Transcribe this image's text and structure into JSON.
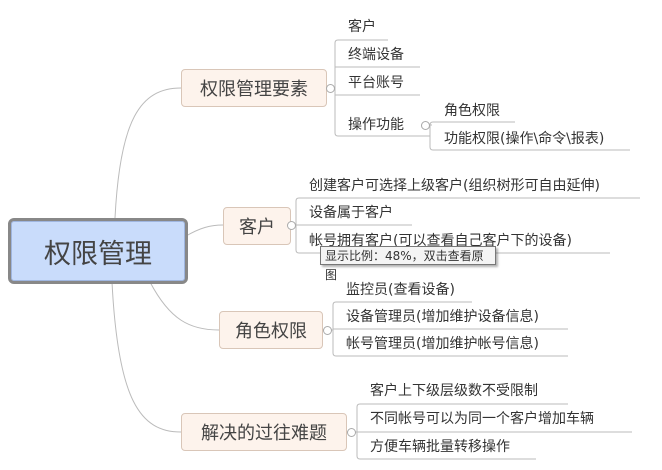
{
  "root": "权限管理",
  "branches": [
    {
      "label": "权限管理要素",
      "children": [
        "客户",
        "终端设备",
        "平台账号",
        "操作功能"
      ],
      "sub": [
        "角色权限",
        "功能权限(操作\\命令\\报表)"
      ]
    },
    {
      "label": "客户",
      "children": [
        "创建客户可选择上级客户(组织树形可自由延伸)",
        "设备属于客户",
        "帐号拥有客户(可以查看自己客户下的设备)"
      ]
    },
    {
      "label": "角色权限",
      "children": [
        "监控员(查看设备)",
        "设备管理员(增加维护设备信息)",
        "帐号管理员(增加维护帐号信息)"
      ]
    },
    {
      "label": "解决的过往难题",
      "children": [
        "客户上下级层级数不受限制",
        "不同帐号可以为同一个客户增加车辆",
        "方便车辆批量转移操作"
      ]
    }
  ],
  "tooltip": "显示比例：48%，双击查看原图"
}
